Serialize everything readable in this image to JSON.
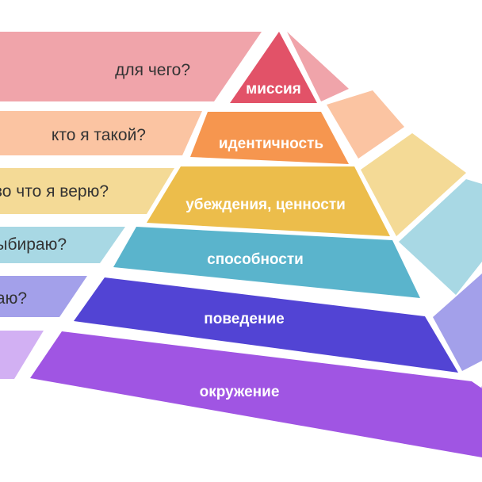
{
  "levels": [
    {
      "label": "миссия",
      "question": "для чего?",
      "color": "#e25268",
      "left_color": "#f0a4aa",
      "right_color": "#f0a4aa"
    },
    {
      "label": "идентичность",
      "question": "кто я такой?",
      "color": "#f6964f",
      "left_color": "#fbc4a2",
      "right_color": "#fbc4a2"
    },
    {
      "label": "убеждения, ценности",
      "question": "во что я верю?",
      "color": "#ecbd4b",
      "left_color": "#f4da96",
      "right_color": "#f4da96"
    },
    {
      "label": "способности",
      "question": "как я выбираю?",
      "color": "#5ab4cc",
      "left_color": "#a8d8e4",
      "right_color": "#a8d8e4"
    },
    {
      "label": "поведение",
      "question": "что я делаю?",
      "color": "#5244d4",
      "left_color": "#a3a0ea",
      "right_color": "#a3a0ea"
    },
    {
      "label": "окружение",
      "question": "",
      "color": "#a055e3",
      "left_color": "#d2b0f3",
      "right_color": "#d2b0f3"
    }
  ]
}
